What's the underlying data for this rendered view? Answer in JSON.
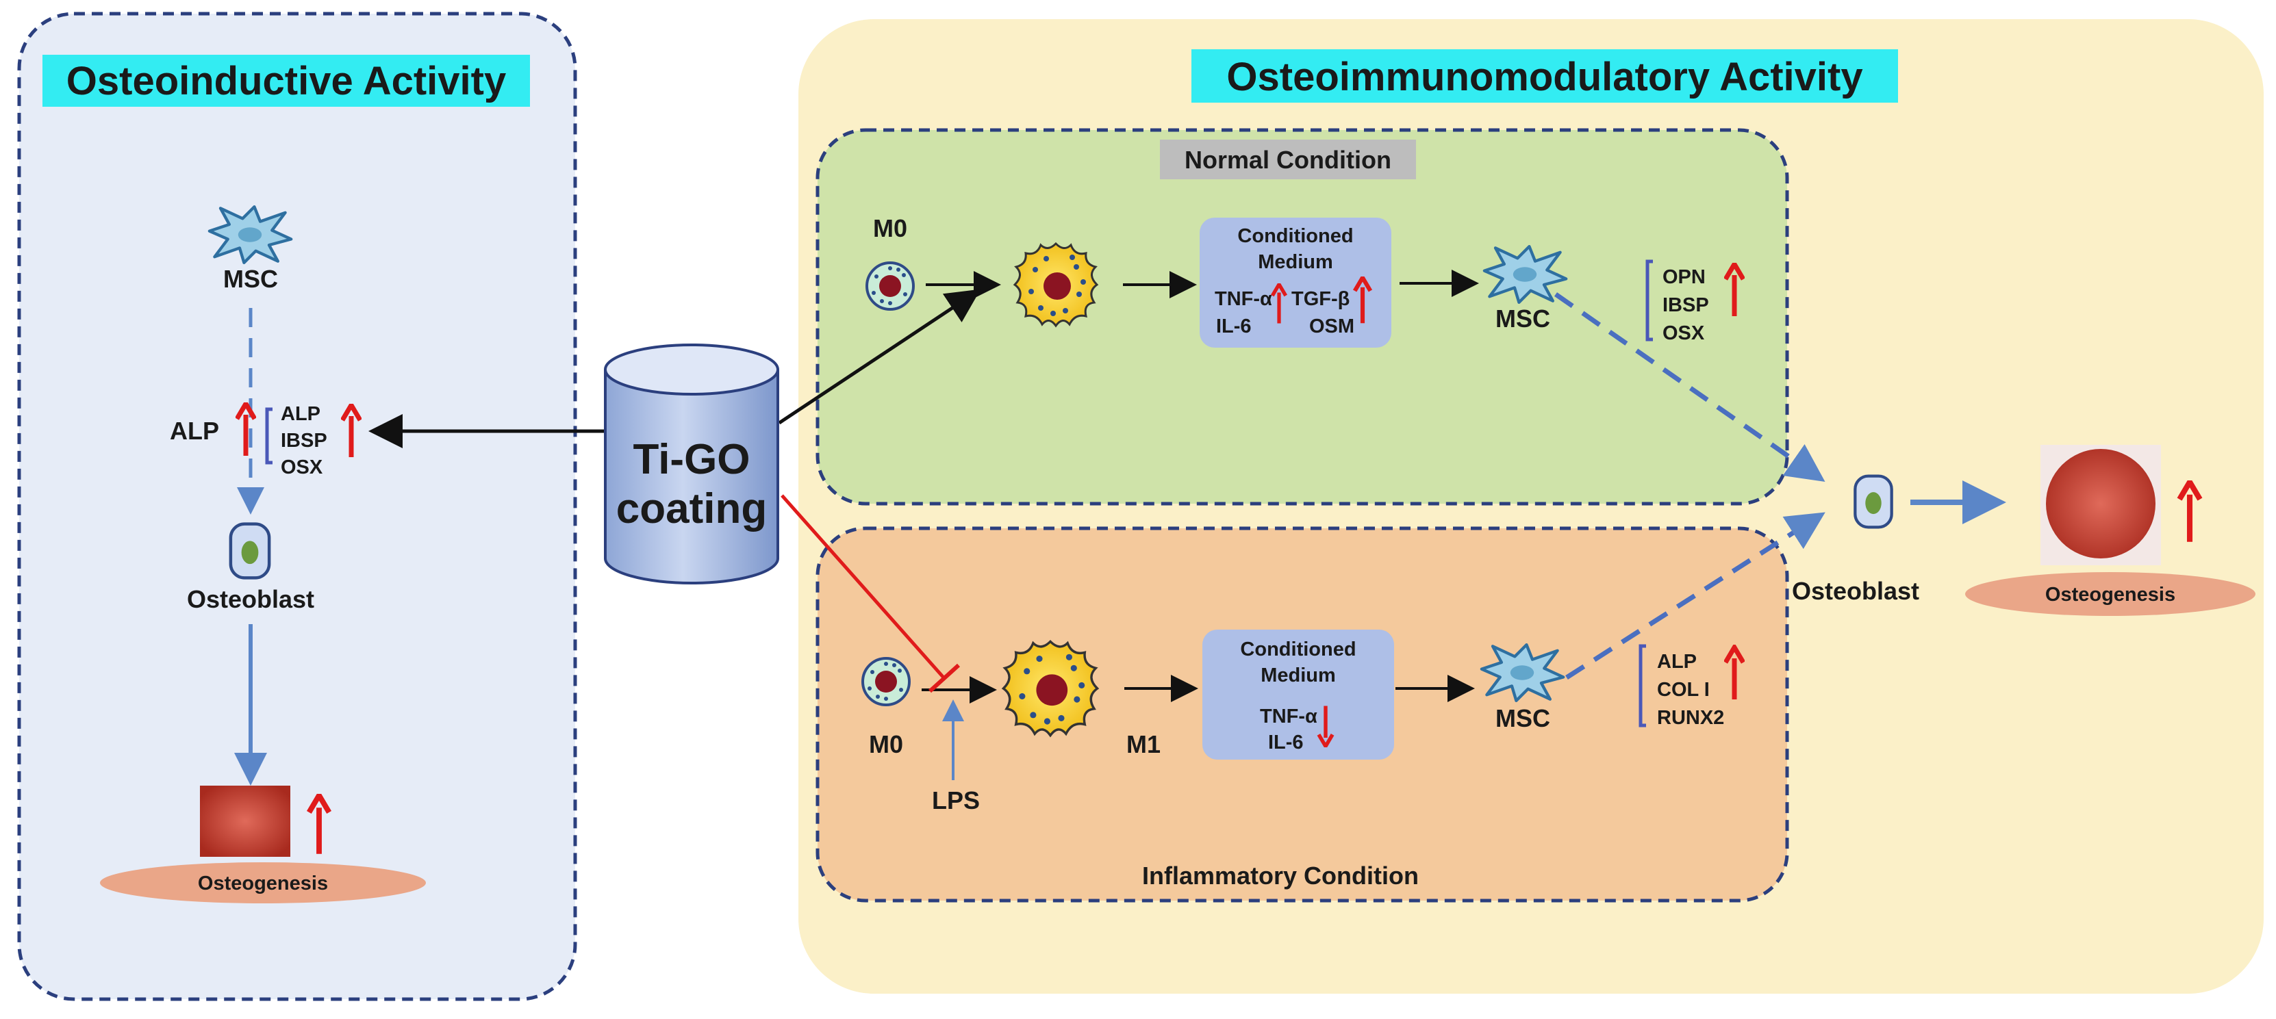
{
  "left_panel": {
    "title": "Osteoinductive Activity",
    "msc": "MSC",
    "alp_side": "ALP",
    "markers": [
      "ALP",
      "IBSP",
      "OSX"
    ],
    "osteoblast": "Osteoblast",
    "osteogenesis": "Osteogenesis"
  },
  "center": {
    "coating_line1": "Ti-GO",
    "coating_line2": "coating"
  },
  "right_panel": {
    "title": "Osteoimmunomodulatory Activity",
    "normal": {
      "title": "Normal Condition",
      "m0": "M0",
      "medium_line1": "Conditioned",
      "medium_line2": "Medium",
      "tnf": "TNF-α",
      "tgf": "TGF-β",
      "il6": "IL-6",
      "osm": "OSM",
      "msc": "MSC",
      "markers": [
        "OPN",
        "IBSP",
        "OSX"
      ]
    },
    "inflammatory": {
      "title": "Inflammatory Condition",
      "m0": "M0",
      "m1": "M1",
      "lps": "LPS",
      "medium_line1": "Conditioned",
      "medium_line2": "Medium",
      "tnf": "TNF-α",
      "il6": "IL-6",
      "msc": "MSC",
      "markers": [
        "ALP",
        "COL I",
        "RUNX2"
      ]
    },
    "osteoblast": "Osteoblast",
    "osteogenesis": "Osteogenesis"
  },
  "colors": {
    "left_bg": "#e6ecf7",
    "right_bg": "#fbf0c8",
    "normal_bg": "#cfe3a9",
    "inflam_bg": "#f4c99c",
    "title_highlight": "#33ecf2",
    "subtitle_highlight": "#bdbdbd",
    "dashed_border": "#2b3f7e",
    "arrow_red": "#e01b1b",
    "arrow_blue": "#5b86c8",
    "oval": "#eaa688"
  }
}
